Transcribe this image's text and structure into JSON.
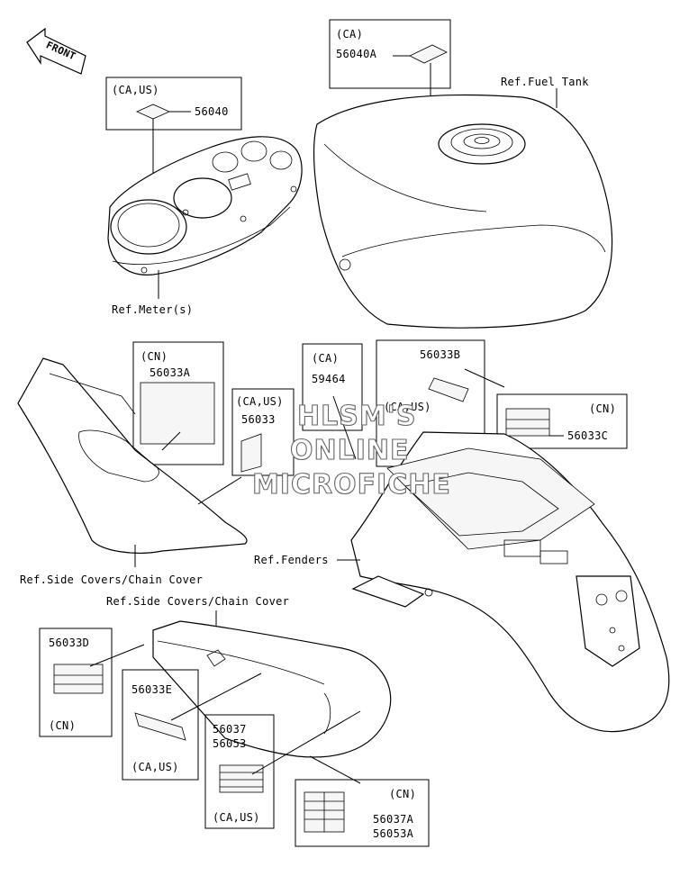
{
  "front_label": "FRONT",
  "labels": {
    "ca_56040a": "(CA)",
    "p_56040a": "56040A",
    "ref_fuel_tank": "Ref.Fuel Tank",
    "ca_us_56040": "(CA,US)",
    "p_56040": "56040",
    "ref_meter": "Ref.Meter(s)",
    "cn_56033a": "(CN)",
    "p_56033a": "56033A",
    "ca_59464": "(CA)",
    "p_59464": "59464",
    "p_56033b": "56033B",
    "ca_us_56033b": "(CA,US)",
    "ca_us_56033": "(CA,US)",
    "p_56033": "56033",
    "cn_56033c": "(CN)",
    "p_56033c": "56033C",
    "ref_fenders": "Ref.Fenders",
    "ref_side_covers_1": "Ref.Side Covers/Chain Cover",
    "ref_side_covers_2": "Ref.Side Covers/Chain Cover",
    "p_56033d": "56033D",
    "cn_56033d": "(CN)",
    "p_56033e": "56033E",
    "ca_us_56033e": "(CA,US)",
    "p_56037": "56037",
    "p_56053": "56053",
    "ca_us_56037": "(CA,US)",
    "cn_56037a": "(CN)",
    "p_56037a": "56037A",
    "p_56053a": "56053A"
  },
  "watermark": {
    "line1": "HLSM'S",
    "line2": "ONLINE",
    "line3": "MICROFICHE"
  }
}
